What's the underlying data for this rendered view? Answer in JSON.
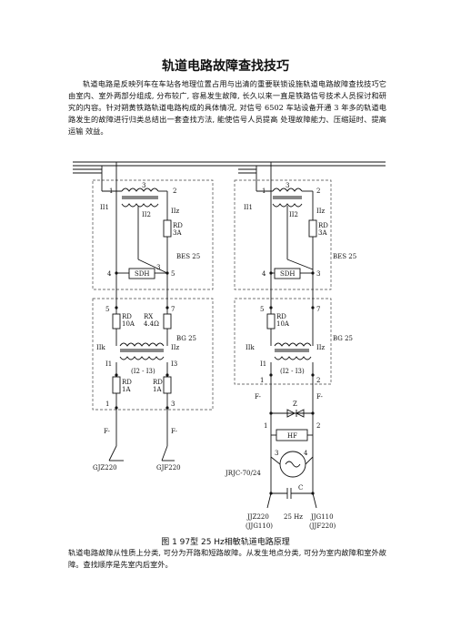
{
  "doc": {
    "title": "轨道电路故障查找技巧",
    "intro": "轨道电路是反映列车在车站各地理位置占用与出清的重要联锁设施轨道电路故障查找技巧它由室内、室外两部分组成, 分布较广, 容易发生故障, 长久以来一直是铁路信号技术人员探讨和研究的内容。针对朔黄铁路轨道电路构成的具体情况, 对信号 6502 车站设备开通 3 年多的轨道电路发生的故障进行归类总结出一套查找方法, 能使信号人员提高 处理故障能力、压缩延时、提高运输 效益。",
    "caption": "图 1 97型 25 Hz相敏轨道电路原理",
    "paragraph": "轨道电路故障从性质上分类, 可分为开路和短路故障。从发生地点分类, 可分为室内故障和室外故障。查找顺序是先室内后室外。"
  },
  "figure": {
    "left": {
      "bes": {
        "label": "BES 25",
        "n1": "1",
        "n2": "2",
        "n3": "3",
        "ii1": "II1",
        "ii2": "II2",
        "iiz": "IIz",
        "rd": "RD",
        "rd_val": "3A",
        "sdh": "SDH",
        "n4": "4",
        "n3b": "3",
        "n5": "5"
      },
      "bg": {
        "label": "BG 25",
        "n5": "5",
        "n7": "7",
        "rd": "RD",
        "rd_val": "10A",
        "rx": "RX",
        "rx_val": "4.4Ω",
        "iik": "IIk",
        "iiz": "IIz",
        "i1": "I1",
        "i3": "I3",
        "i_mid": "(I2 - I3)",
        "rd1": "RD",
        "rd1_val": "1A",
        "rd2": "RD",
        "rd2_val": "1A",
        "n1": "1",
        "n3": "3"
      },
      "f_left": "F-",
      "f_right": "F-",
      "gjz": "GJZ220",
      "gjf": "GJF220"
    },
    "right": {
      "bes": {
        "label": "BES 25",
        "n1": "1",
        "n2": "2",
        "n3": "3",
        "ii1": "II1",
        "ii2": "II2",
        "iiz": "IIz",
        "rd": "RD",
        "rd_val": "3A",
        "sdh": "SDH",
        "n4": "4",
        "n3b": "3"
      },
      "bg": {
        "label": "BG 25",
        "n5": "5",
        "n7": "7",
        "rd": "RD",
        "rd_val": "10A",
        "iik": "IIk",
        "iiz": "IIz",
        "i1": "I1",
        "i_mid": "(I2 - I3)",
        "n1": "1",
        "n2": "2"
      },
      "f_left": "F-",
      "f_right": "F-",
      "z": "Z",
      "n1": "1",
      "n2": "2",
      "hf": "HF",
      "n3": "3",
      "n4": "4",
      "jrjc": "JRJC-70/24",
      "c": "C",
      "hz": "25 Hz",
      "jjz": "JJZ220",
      "jjz_sub": "(JJG110)",
      "jjg": "JJG110",
      "jjg_sub": "(JJF220)"
    }
  }
}
